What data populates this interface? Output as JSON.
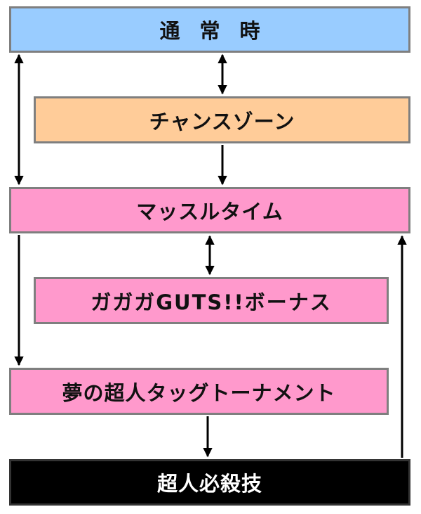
{
  "states": {
    "normal": {
      "label": "通常時",
      "color": "#99ccff"
    },
    "chance_zone": {
      "label": "チャンスゾーン",
      "color": "#ffcc99"
    },
    "muscle_time": {
      "label": "マッスルタイム",
      "color": "#ff99cc"
    },
    "gagaga_guts_bonus": {
      "label": "ガガガGUTS!!ボーナス",
      "color": "#ff99cc"
    },
    "tag_tournament": {
      "label": "夢の超人タッグトーナメント",
      "color": "#ff99cc"
    },
    "choujin_hissatsu": {
      "label": "超人必殺技",
      "color": "#000000"
    }
  },
  "arrow_color": "#000000"
}
